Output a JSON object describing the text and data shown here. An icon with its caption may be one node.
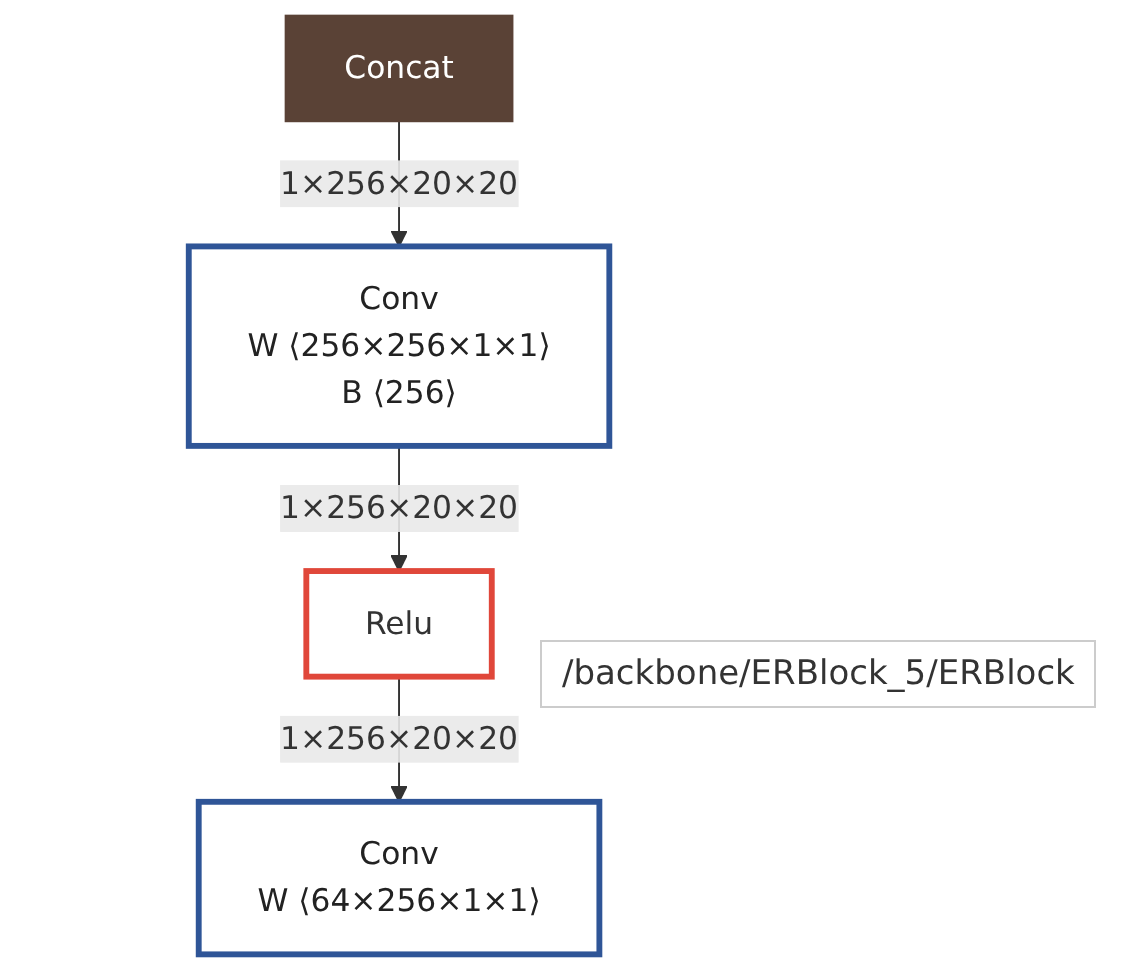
{
  "diagram": {
    "nodes": [
      {
        "text": [
          "Concat"
        ]
      },
      {
        "text": [
          "Conv",
          "W ⟨256×256×1×1⟩",
          "B ⟨256⟩"
        ]
      },
      {
        "text": [
          "Relu"
        ]
      },
      {
        "text": [
          "Conv",
          "W ⟨64×256×1×1⟩"
        ]
      }
    ],
    "edges": [
      {
        "from": 0,
        "to": 1,
        "arrow": "to",
        "label": "1×256×20×20"
      },
      {
        "from": 1,
        "to": 2,
        "arrow": "to",
        "label": "1×256×20×20"
      },
      {
        "from": 2,
        "to": 3,
        "arrow": "to",
        "label": "1×256×20×20"
      }
    ],
    "labels": [
      "/backbone/ERBlock_5/ERBlock"
    ]
  }
}
